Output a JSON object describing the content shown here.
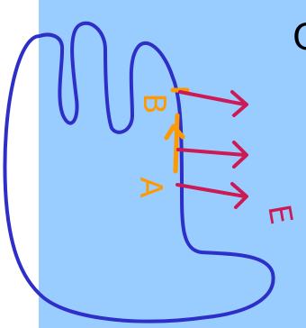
{
  "colors": {
    "background_panel": "#99ccff",
    "outline": "#2e2ec8",
    "source_label": "#ff9900",
    "field_arrows": "#cc1a55"
  },
  "labels": {
    "corner_text": "C",
    "point_b": "B",
    "point_a": "A",
    "field_e": "E"
  }
}
